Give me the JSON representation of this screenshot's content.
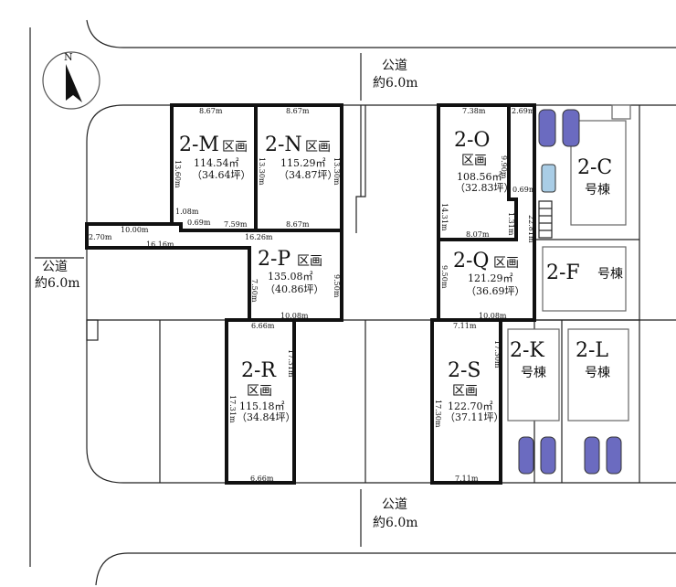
{
  "compass": {
    "label": "N",
    "icon": "north-arrow-icon"
  },
  "roads": {
    "top": {
      "line1": "公道",
      "line2": "約6.0m"
    },
    "left": {
      "line1": "公道",
      "line2": "約6.0m"
    },
    "bottom": {
      "line1": "公道",
      "line2": "約6.0m"
    }
  },
  "lots": {
    "M": {
      "name": "2-M",
      "suffix": "区画",
      "area": "114.54㎡",
      "tsubo": "（34.64坪）",
      "dims": [
        "8.67m",
        "13.60m",
        "1.08m",
        "0.69m",
        "7.59m"
      ]
    },
    "N": {
      "name": "2-N",
      "suffix": "区画",
      "area": "115.29㎡",
      "tsubo": "（34.87坪）",
      "dims": [
        "8.67m",
        "13.30m",
        "13.30m",
        "8.67m"
      ]
    },
    "P": {
      "name": "2-P",
      "suffix": "区画",
      "area": "135.08㎡",
      "tsubo": "（40.86坪）",
      "dims": [
        "2.70m",
        "10.00m",
        "16.16m",
        "16.26m",
        "7.50m",
        "9.50m",
        "10.08m"
      ]
    },
    "O": {
      "name": "2-O",
      "suffix": "区画",
      "area": "108.56㎡",
      "tsubo": "（32.83坪）",
      "dims": [
        "7.38m",
        "9.90m",
        "0.69m",
        "14.31m",
        "1.31m",
        "8.07m"
      ]
    },
    "Q": {
      "name": "2-Q",
      "suffix": "区画",
      "area": "121.29㎡",
      "tsubo": "（36.69坪）",
      "dims": [
        "2.69m",
        "22.81m",
        "9.50m",
        "10.08m"
      ]
    },
    "R": {
      "name": "2-R",
      "suffix": "区画",
      "area": "115.18㎡",
      "tsubo": "（34.84坪）",
      "dims": [
        "6.66m",
        "17.31m",
        "17.31m",
        "6.66m"
      ]
    },
    "S": {
      "name": "2-S",
      "suffix": "区画",
      "area": "122.70㎡",
      "tsubo": "（37.11坪）",
      "dims": [
        "7.11m",
        "17.30m",
        "17.30m",
        "7.11m"
      ]
    }
  },
  "buildings": {
    "C": {
      "name": "2-C",
      "suffix": "号棟"
    },
    "F": {
      "name": "2-F",
      "suffix": "号棟"
    },
    "K": {
      "name": "2-K",
      "suffix": "号棟"
    },
    "L": {
      "name": "2-L",
      "suffix": "号棟"
    }
  },
  "colors": {
    "car": "#6b6bc0",
    "van": "#a9cde6",
    "lot_border": "#111111"
  }
}
